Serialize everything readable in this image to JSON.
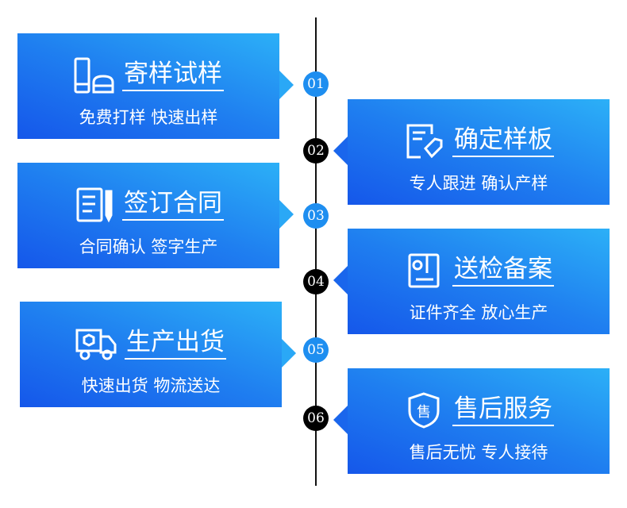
{
  "steps": [
    {
      "number": "01",
      "title": "寄样试样",
      "subtitle": "免费打样 快速出样",
      "icon": "tube-jar-icon"
    },
    {
      "number": "02",
      "title": "确定样板",
      "subtitle": "专人跟进 确认产样",
      "icon": "document-tag-icon"
    },
    {
      "number": "03",
      "title": "签订合同",
      "subtitle": "合同确认 签字生产",
      "icon": "contract-pen-icon"
    },
    {
      "number": "04",
      "title": "送检备案",
      "subtitle": "证件齐全 放心生产",
      "icon": "certificate-book-icon"
    },
    {
      "number": "05",
      "title": "生产出货",
      "subtitle": "快速出货 物流送达",
      "icon": "delivery-truck-icon"
    },
    {
      "number": "06",
      "title": "售后服务",
      "subtitle": "售后无忧 专人接待",
      "icon": "shield-service-icon"
    }
  ],
  "colors": {
    "gradient_start": "#1557ea",
    "gradient_end": "#2cb0f7",
    "line": "#111111"
  }
}
